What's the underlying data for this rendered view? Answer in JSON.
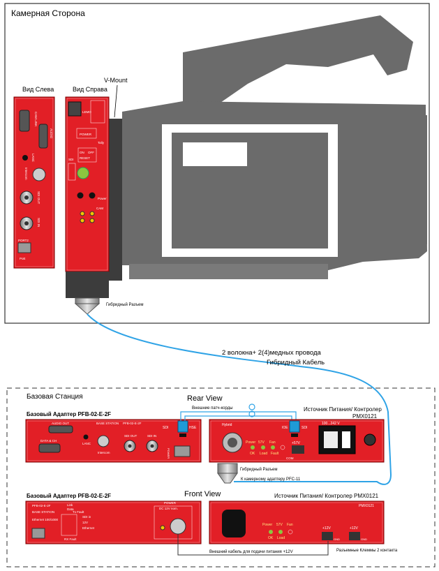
{
  "camera_side": {
    "title": "Камерная Сторона",
    "left_view_label": "Вид Слева",
    "right_view_label": "Вид Справа",
    "vmount_label": "V-Mount",
    "hybrid_connector_label": "Гибридный Разъем",
    "left_panel": {
      "port_labels": [
        "CAM LINK",
        "AUDIO",
        "LANC",
        "Intercom",
        "SDI OUT",
        "SDI IN",
        "PORT2",
        "PoE"
      ]
    },
    "right_panel": {
      "port_labels": [
        "LEMO",
        "POWER",
        "SDI",
        "ON",
        "OFF",
        "RESET",
        "Tally",
        "Power",
        "CAM"
      ]
    }
  },
  "cable": {
    "line1": "2 волокна+ 2(4)медных провода",
    "line2": "Гибридный Кабель"
  },
  "base_station": {
    "title": "Базовая Станция",
    "rear_view_label": "Rear View",
    "front_view_label": "Front View",
    "adapter_title": "Базовый Адаптер PFB-02-E-2F",
    "psu_title": "Источник Питания/ Контролер",
    "psu_model": "PMX0121",
    "psu_title_front": "Источник Питания/ Контролер PMX0121",
    "patch_cords_label": "Внешние патч-корды",
    "rear_adapter": {
      "port_labels": [
        "AUDIO OUT",
        "BASE STATION",
        "PFB-02-E-2F",
        "SDI",
        "HSE",
        "DATA & CH",
        "LANC",
        "Intercom",
        "SDI OUT",
        "SDI IN",
        "POWER"
      ]
    },
    "rear_psu": {
      "hybrid_label": "Hybrid",
      "sdi_label": "SDI",
      "ioe_label": "IOE",
      "voltage_label": "100...242 V",
      "plus57_label": "+57V",
      "com_label": "COM",
      "power_label": "Power",
      "v57_label": "57V",
      "fan_label": "Fan",
      "ok_label": "OK",
      "load_label": "Load",
      "fault_label": "Fault"
    },
    "hybrid_connector_label": "Гибридный Разъем",
    "camera_adapter_label": "К камерному адаптеру PFC-11",
    "front_adapter": {
      "port_labels": [
        "PFB-02-E-2F",
        "BASE STATION",
        "Ethernet 100/1000",
        "Link",
        "Data",
        "Tx Fault",
        "SDI in",
        "12V",
        "Ethernet",
        "RX Fault",
        "POWER",
        "DC 12V nom."
      ]
    },
    "front_psu": {
      "model": "PMX0121",
      "power_label": "Power",
      "v57_label": "57V",
      "fan_label": "Fan",
      "ok_label": "OK",
      "load_label": "Load",
      "v12_a": "+12V",
      "v12_b": "+12V",
      "gnd_a": "GND",
      "gnd_b": "GND"
    },
    "external_cable_label": "Внешний кабель для подачи питания +12V",
    "terminal_clamps_label": "Разъемные Клеммы 2 контакта"
  },
  "colors": {
    "panel_red": "#e21f26",
    "camera_gray": "#6b6b6b",
    "cable_blue": "#2fa3e6",
    "dark_gray": "#3c3c3c"
  }
}
